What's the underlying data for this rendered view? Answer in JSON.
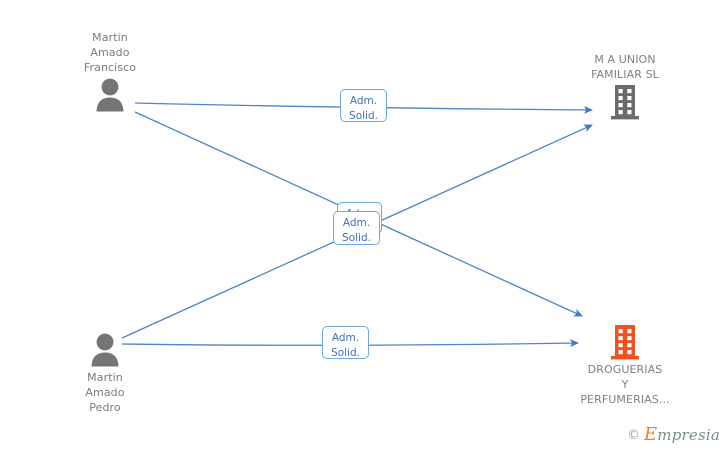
{
  "diagram": {
    "type": "relationship-graph",
    "background": "#ffffff",
    "edge_color": "#4a86c8",
    "person_icon_color": "#757575",
    "company_colors": {
      "m-a-union-familiar-sl": "#6b6b6b",
      "droguerias-y-perfumerias": "#f4511e"
    },
    "nodes": [
      {
        "id": "person-1",
        "kind": "person",
        "icon": "person-icon",
        "label": "Martin\nAmado\nFrancisco",
        "label_position": "above"
      },
      {
        "id": "person-2",
        "kind": "person",
        "icon": "person-icon",
        "label": "Martin\nAmado\nPedro",
        "label_position": "below"
      },
      {
        "id": "company-1",
        "kind": "company",
        "icon": "building-icon",
        "label": "M A UNION\nFAMILIAR SL",
        "label_position": "above",
        "color": "#6b6b6b"
      },
      {
        "id": "company-2",
        "kind": "company",
        "icon": "building-icon",
        "label": "DROGUERIAS\nY\nPERFUMERIAS...",
        "label_position": "below",
        "color": "#f4511e"
      }
    ],
    "edges": [
      {
        "id": "edge-1",
        "from": "person-1",
        "to": "company-1",
        "label": "Adm.\nSolid."
      },
      {
        "id": "edge-2",
        "from": "person-1",
        "to": "company-2",
        "label": "Adm.\nSolid."
      },
      {
        "id": "edge-3",
        "from": "person-2",
        "to": "company-1",
        "label": "Adm."
      },
      {
        "id": "edge-4",
        "from": "person-2",
        "to": "company-2",
        "label": "Adm.\nSolid."
      }
    ]
  },
  "watermark": {
    "copyright": "©",
    "brand_initial": "E",
    "brand_rest": "mpresia",
    "brand": "Empresia"
  }
}
